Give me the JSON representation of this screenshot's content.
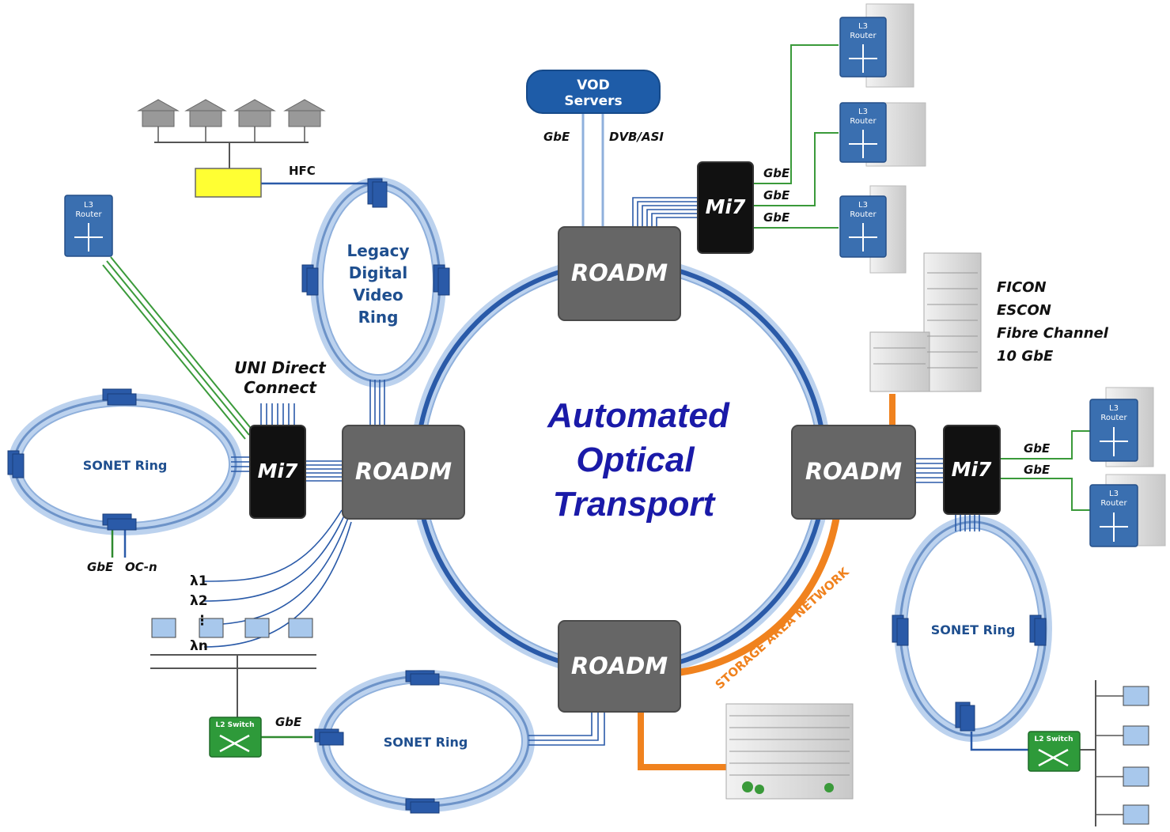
{
  "center": {
    "line1": "Automated",
    "line2": "Optical",
    "line3": "Transport"
  },
  "roadm": {
    "label": "ROADM"
  },
  "mi7": {
    "label": "Mi7"
  },
  "vod": {
    "line1": "VOD",
    "line2": "Servers",
    "left_link": "GbE",
    "right_link": "DVB/ASI"
  },
  "router": {
    "line1": "L3",
    "line2": "Router"
  },
  "switch": {
    "label": "L2 Switch"
  },
  "hfc": {
    "label": "HFC"
  },
  "legacy_ring": {
    "line1": "Legacy",
    "line2": "Digital",
    "line3": "Video",
    "line4": "Ring"
  },
  "uni": {
    "line1": "UNI Direct",
    "line2": "Connect"
  },
  "sonet": {
    "label": "SONET Ring"
  },
  "left_ring_links": {
    "a": "GbE",
    "b": "OC-n"
  },
  "lambdas": [
    "λ1",
    "λ2",
    "⋮",
    "λn"
  ],
  "mi7_top_links": [
    "GbE",
    "GbE",
    "GbE"
  ],
  "mi7_right_links": [
    "GbE",
    "GbE"
  ],
  "bottom_left_link": "GbE",
  "san": {
    "label": "STORAGE AREA NETWORK"
  },
  "protocols": [
    "FICON",
    "ESCON",
    "Fibre Channel",
    "10 GbE"
  ],
  "colors": {
    "ring_blue": "#1f4f9f",
    "node_gray": "#666666",
    "mi7_black": "#111111",
    "router_blue": "#3a6fb0",
    "san_orange": "#f0821e",
    "gbe_green": "#3a9a3a",
    "switch_green": "#2e9a3a"
  }
}
